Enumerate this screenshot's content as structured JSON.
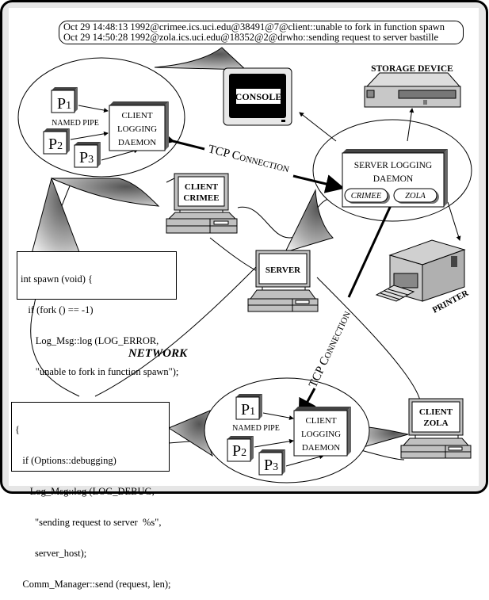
{
  "log_messages": [
    "Oct 29 14:48:13 1992@crimee.ics.uci.edu@38491@7@client::unable to fork in function spawn",
    "Oct 29 14:50:28 1992@zola.ics.uci.edu@18352@2@drwho::sending request to server bastille"
  ],
  "console": {
    "label": "CONSOLE"
  },
  "storage": {
    "label": "STORAGE DEVICE"
  },
  "printer": {
    "label": "PRINTER"
  },
  "network": {
    "label": "NETWORK"
  },
  "server": {
    "label": "SERVER",
    "daemon_line1": "SERVER  LOGGING",
    "daemon_line2": "DAEMON",
    "clients": [
      "CRIMEE",
      "ZOLA"
    ]
  },
  "tcp_connection": {
    "label_big": "TCP C",
    "label_small": "ONNECTION"
  },
  "client_top": {
    "machine_line1": "CLIENT",
    "machine_line2": "CRIMEE",
    "pipe_label": "NAMED  PIPE",
    "processes": [
      "P",
      "P",
      "P"
    ],
    "process_subs": [
      "1",
      "2",
      "3"
    ],
    "daemon_lines": [
      "CLIENT",
      "LOGGING",
      "DAEMON"
    ]
  },
  "client_bottom": {
    "machine_line1": "CLIENT",
    "machine_line2": "ZOLA",
    "pipe_label": "NAMED  PIPE",
    "processes": [
      "P",
      "P",
      "P"
    ],
    "process_subs": [
      "1",
      "2",
      "3"
    ],
    "daemon_lines": [
      "CLIENT",
      "LOGGING",
      "DAEMON"
    ]
  },
  "code_top": [
    "int spawn (void) {",
    "   if (fork () == -1)",
    "      Log_Msg::log (LOG_ERROR,",
    "      \"unable to fork in function spawn\");"
  ],
  "code_bottom": [
    "{",
    "   if (Options::debugging)",
    "      Log_Msg::log (LOG_DEBUG,",
    "        \"sending request to server  %s\",",
    "        server_host);",
    "   Comm_Manager::send (request, len);"
  ],
  "colors": {
    "frame": "#000000",
    "bevel": "#e6e6e6",
    "device_gray": "#c0c0c0",
    "dark_gray": "#808080"
  }
}
